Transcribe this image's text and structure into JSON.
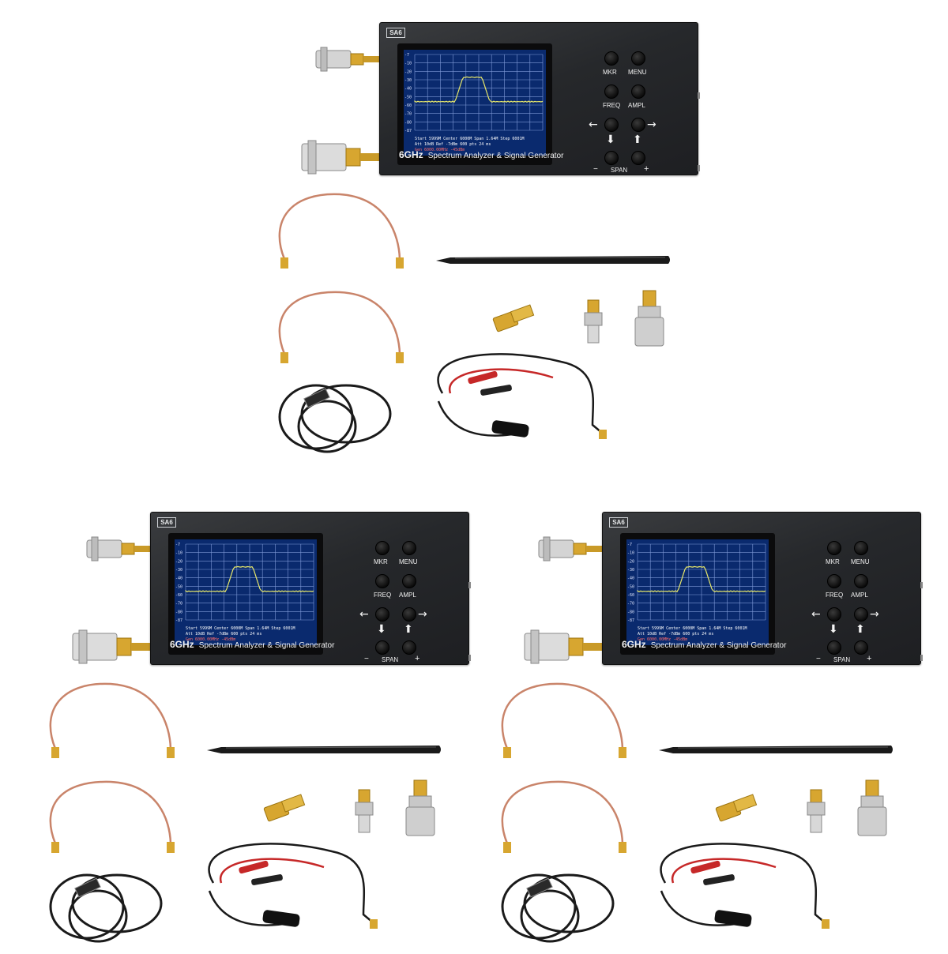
{
  "device": {
    "model_badge": "SA6",
    "title_prefix": "6GHz",
    "title": "Spectrum Analyzer & Signal Generator",
    "buttons": {
      "mkr": "MKR",
      "menu": "MENU",
      "freq": "FREQ",
      "ampl": "AMPL",
      "minus": "−",
      "span": "SPAN",
      "plus": "+"
    },
    "arrows": {
      "left": "←",
      "right": "→",
      "down": "⬇",
      "up": "⬆"
    },
    "screen": {
      "y_ticks": [
        "-7",
        "-10",
        "-20",
        "-30",
        "-40",
        "-50",
        "-60",
        "-70",
        "-80",
        "-87"
      ],
      "readout_line1": "Start 5999M   Center 6000M   Span 1.64M   Step 6001M",
      "readout_line2": "Att 10dB Ref -7dBm   600 pts   24 ms",
      "readout_line3": "Gen 6000.00MHz -45dBm"
    }
  },
  "colors": {
    "device_body": "#26282b",
    "screen_bg": "#0a2a6e",
    "trace": "#e8e86a",
    "coax_cable": "#c9846a",
    "brass": "#d7a630",
    "nickel": "#c8c8c8",
    "stylus": "#1a1a1a",
    "usb_cable": "#1a1a1a",
    "clip_red": "#c62828"
  },
  "icons": {
    "arrow_left": "arrow-left-icon",
    "arrow_right": "arrow-right-icon",
    "arrow_down": "arrow-down-icon",
    "arrow_up": "arrow-up-icon"
  }
}
